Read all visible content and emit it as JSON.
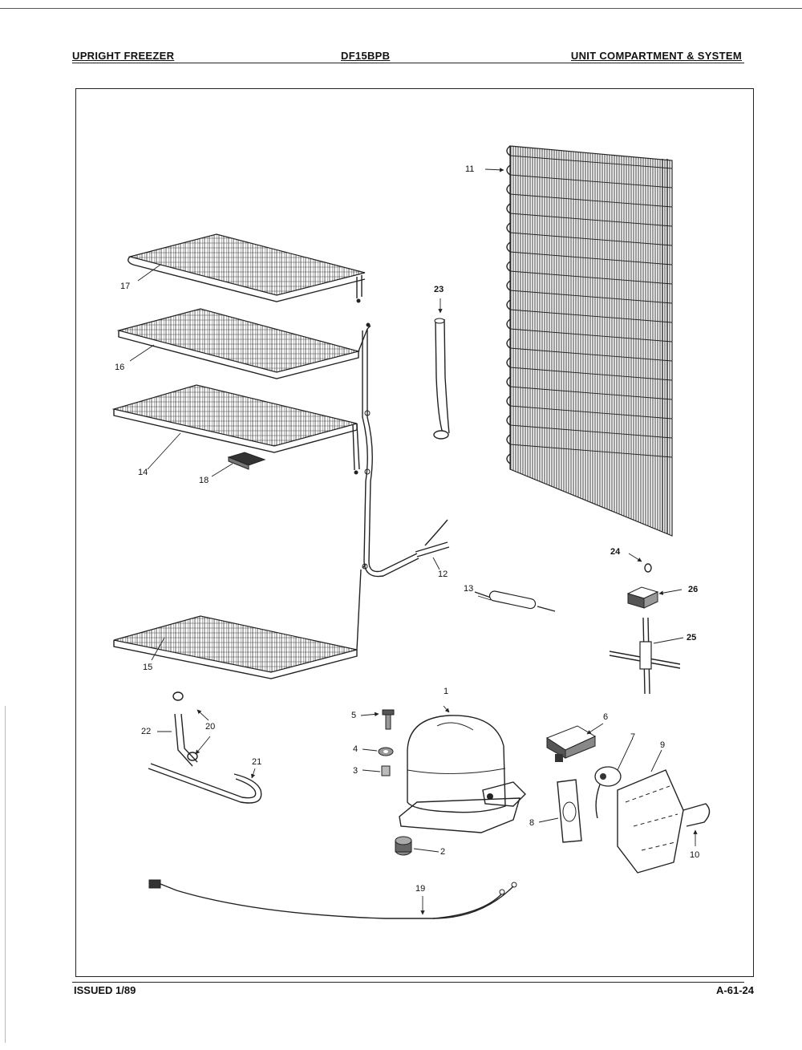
{
  "header": {
    "left": "UPRIGHT FREEZER",
    "center": "DF15BPB",
    "right": "UNIT COMPARTMENT & SYSTEM"
  },
  "footer": {
    "left": "ISSUED 1/89",
    "right": "A-61-24"
  },
  "callouts": [
    {
      "id": "c1",
      "label": "1"
    },
    {
      "id": "c2",
      "label": "2"
    },
    {
      "id": "c3",
      "label": "3"
    },
    {
      "id": "c4",
      "label": "4"
    },
    {
      "id": "c5",
      "label": "5"
    },
    {
      "id": "c6",
      "label": "6"
    },
    {
      "id": "c7",
      "label": "7"
    },
    {
      "id": "c8",
      "label": "8"
    },
    {
      "id": "c9",
      "label": "9"
    },
    {
      "id": "c10",
      "label": "10"
    },
    {
      "id": "c11",
      "label": "11"
    },
    {
      "id": "c12",
      "label": "12"
    },
    {
      "id": "c13",
      "label": "13"
    },
    {
      "id": "c14",
      "label": "14"
    },
    {
      "id": "c15",
      "label": "15"
    },
    {
      "id": "c16",
      "label": "16"
    },
    {
      "id": "c17",
      "label": "17"
    },
    {
      "id": "c18",
      "label": "18"
    },
    {
      "id": "c19",
      "label": "19"
    },
    {
      "id": "c20",
      "label": "20"
    },
    {
      "id": "c21",
      "label": "21"
    },
    {
      "id": "c22",
      "label": "22"
    },
    {
      "id": "c23",
      "label": "23"
    },
    {
      "id": "c24",
      "label": "24"
    },
    {
      "id": "c25",
      "label": "25"
    },
    {
      "id": "c26",
      "label": "26"
    }
  ]
}
